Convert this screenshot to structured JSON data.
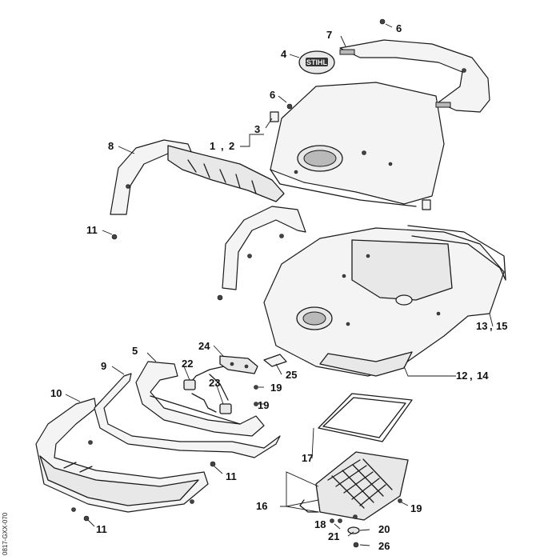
{
  "logo_text": "STIHL",
  "document_code": "0817-GXX-070",
  "callouts": {
    "c1": "1",
    "c2": "2",
    "c3": "3",
    "c4": "4",
    "c5": "5",
    "c6a": "6",
    "c6b": "6",
    "c7": "7",
    "c8": "8",
    "c9": "9",
    "c10": "10",
    "c11a": "11",
    "c11b": "11",
    "c11c": "11",
    "c12": "12",
    "c13": "13",
    "c14": "14",
    "c15": "15",
    "c16": "16",
    "c17": "17",
    "c18": "18",
    "c19a": "19",
    "c19b": "19",
    "c19c": "19",
    "c20": "20",
    "c21": "21",
    "c22": "22",
    "c23": "23",
    "c24": "24",
    "c25": "25",
    "c26": "26"
  },
  "separator": ","
}
